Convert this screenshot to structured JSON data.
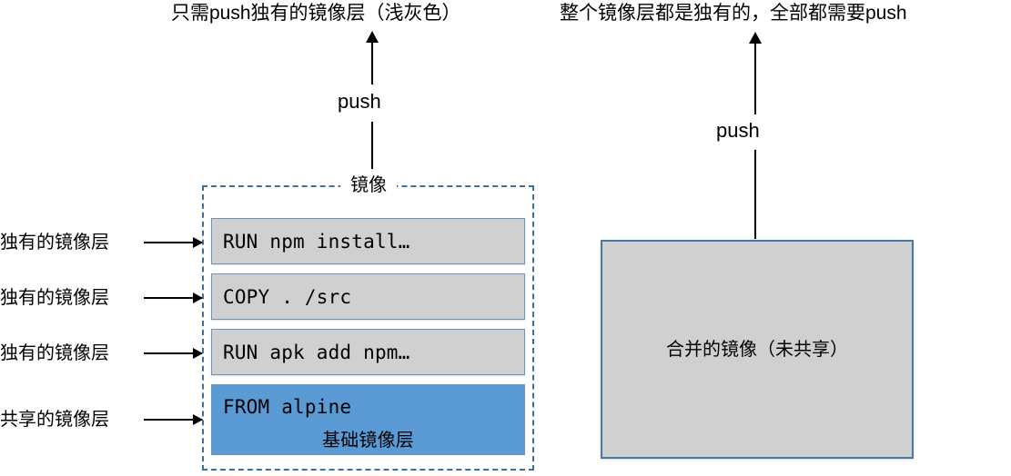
{
  "diagram": {
    "headings": {
      "left": "只需push独有的镜像层（浅灰色）",
      "right": "整个镜像层都是独有的，全部都需要push"
    },
    "arrows": {
      "left_push_label": "push",
      "right_push_label": "push"
    },
    "left_side_labels": [
      "独有的镜像层",
      "独有的镜像层",
      "独有的镜像层",
      "共享的镜像层"
    ],
    "image_container": {
      "label": "镜像",
      "border_color": "#3d6f9e",
      "border_style": "dashed",
      "layers": [
        {
          "text": "RUN npm install…",
          "kind": "unique",
          "fill": "#d0d0d0"
        },
        {
          "text": "COPY . /src",
          "kind": "unique",
          "fill": "#d0d0d0"
        },
        {
          "text": "RUN apk add npm…",
          "kind": "unique",
          "fill": "#d0d0d0"
        }
      ],
      "base_layer": {
        "command": "FROM alpine",
        "caption": "基础镜像层",
        "fill": "#5b9bd5"
      }
    },
    "merged_image": {
      "label": "合并的镜像（未共享）",
      "fill": "#d0d0d0",
      "border_color": "#4a76a8"
    }
  }
}
